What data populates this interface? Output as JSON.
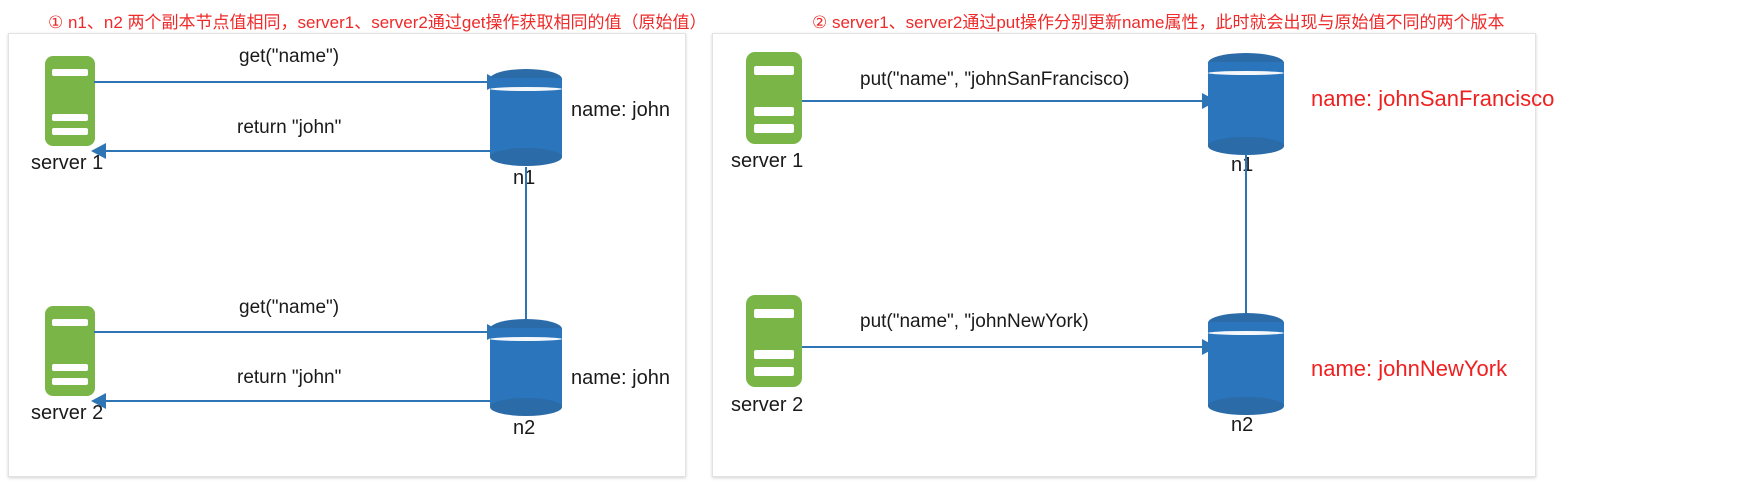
{
  "captions": {
    "panel1": "① n1、n2 两个副本节点值相同，server1、server2通过get操作获取相同的值（原始值）",
    "panel2": "② server1、server2通过put操作分别更新name属性，此时就会出现与原始值不同的两个版本"
  },
  "colors": {
    "caption_red": "#ee2a2a",
    "server_green": "#7ab547",
    "db_blue": "#2a75bb",
    "db_blue_dark": "#2a6ba8",
    "arrow_blue": "#2e75b6",
    "value_red": "#ee2020",
    "panel_bg": "#ffffff",
    "panel_border": "#e3e3e3"
  },
  "panel1": {
    "row_top": {
      "server_label": "server 1",
      "request_label": "get(\"name\")",
      "response_label": "return \"john\"",
      "node_label": "n1",
      "value_label": "name: john"
    },
    "row_bottom": {
      "server_label": "server 2",
      "request_label": "get(\"name\")",
      "response_label": "return \"john\"",
      "node_label": "n2",
      "value_label": "name: john"
    }
  },
  "panel2": {
    "row_top": {
      "server_label": "server 1",
      "request_label": "put(\"name\", \"johnSanFrancisco)",
      "node_label": "n1",
      "value_label": "name: johnSanFrancisco"
    },
    "row_bottom": {
      "server_label": "server 2",
      "request_label": "put(\"name\", \"johnNewYork)",
      "node_label": "n2",
      "value_label": "name: johnNewYork"
    }
  }
}
